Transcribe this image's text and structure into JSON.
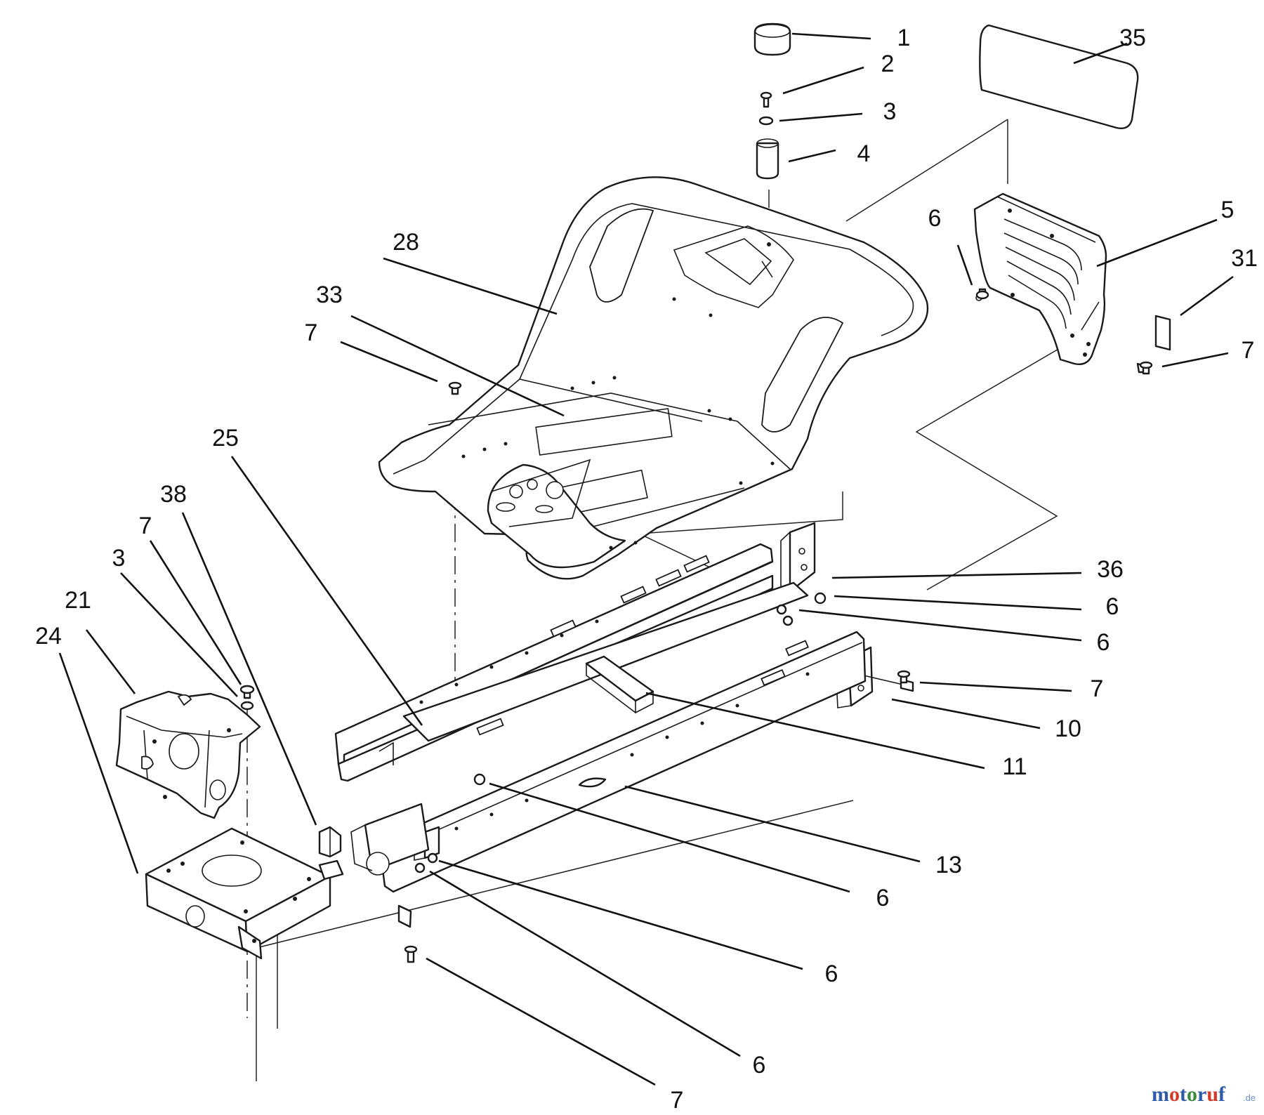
{
  "callouts": [
    {
      "id": "c1",
      "label": "1"
    },
    {
      "id": "c2",
      "label": "2"
    },
    {
      "id": "c3a",
      "label": "3"
    },
    {
      "id": "c4",
      "label": "4"
    },
    {
      "id": "c35",
      "label": "35"
    },
    {
      "id": "c5",
      "label": "5"
    },
    {
      "id": "c6a",
      "label": "6"
    },
    {
      "id": "c31",
      "label": "31"
    },
    {
      "id": "c7a",
      "label": "7"
    },
    {
      "id": "c28",
      "label": "28"
    },
    {
      "id": "c33",
      "label": "33"
    },
    {
      "id": "c7b",
      "label": "7"
    },
    {
      "id": "c25",
      "label": "25"
    },
    {
      "id": "c38",
      "label": "38"
    },
    {
      "id": "c7c",
      "label": "7"
    },
    {
      "id": "c3b",
      "label": "3"
    },
    {
      "id": "c21",
      "label": "21"
    },
    {
      "id": "c24",
      "label": "24"
    },
    {
      "id": "c36",
      "label": "36"
    },
    {
      "id": "c6b",
      "label": "6"
    },
    {
      "id": "c6c",
      "label": "6"
    },
    {
      "id": "c7d",
      "label": "7"
    },
    {
      "id": "c10",
      "label": "10"
    },
    {
      "id": "c11",
      "label": "11"
    },
    {
      "id": "c13",
      "label": "13"
    },
    {
      "id": "c6d",
      "label": "6"
    },
    {
      "id": "c6e",
      "label": "6"
    },
    {
      "id": "c6f",
      "label": "6"
    },
    {
      "id": "c7e",
      "label": "7"
    }
  ],
  "watermark": {
    "letters": [
      "m",
      "o",
      "t",
      "o",
      "r",
      "u",
      "f"
    ],
    "letter_colors": [
      "#2e5aa8",
      "#d23a2a",
      "#2e5aa8",
      "#3d8a3d",
      "#2e5aa8",
      "#d23a2a",
      "#2e5aa8"
    ],
    "suffix": ".de"
  }
}
